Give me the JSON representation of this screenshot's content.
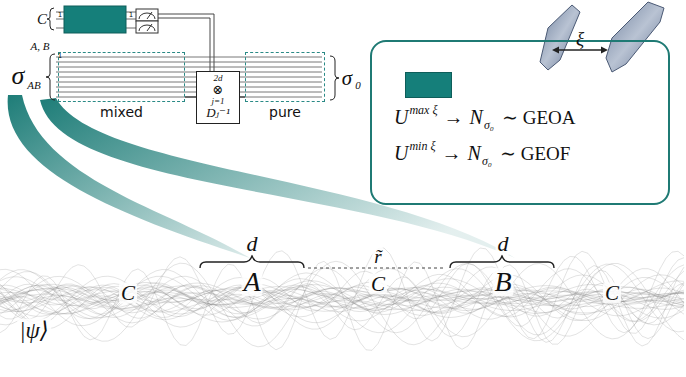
{
  "diagram": {
    "nodes": [
      {
        "text": [
          "mixed"
        ]
      },
      {
        "text": [
          "2d",
          "⊗",
          "j=1",
          "Dⱼ⁻¹"
        ]
      },
      {
        "text": [
          "pure"
        ]
      },
      {
        "text": [
          "U",
          "max ξ",
          "→",
          "N",
          "σ₀",
          "∼ GEOA",
          "U",
          "min ξ",
          "→",
          "N",
          "σ₀",
          "∼ GEOF"
        ]
      }
    ],
    "edges": [
      {
        "from": 0,
        "to": 1,
        "arrow": "none"
      },
      {
        "from": 1,
        "to": 2,
        "arrow": "none"
      }
    ],
    "labels": [
      "C",
      "1",
      "1",
      "A, B",
      "σ",
      "AB",
      "1",
      "σ",
      "0",
      "ξ",
      "d",
      "A",
      "r̃",
      "C",
      "d",
      "B",
      "C",
      "C",
      "|ψ⟩"
    ]
  }
}
